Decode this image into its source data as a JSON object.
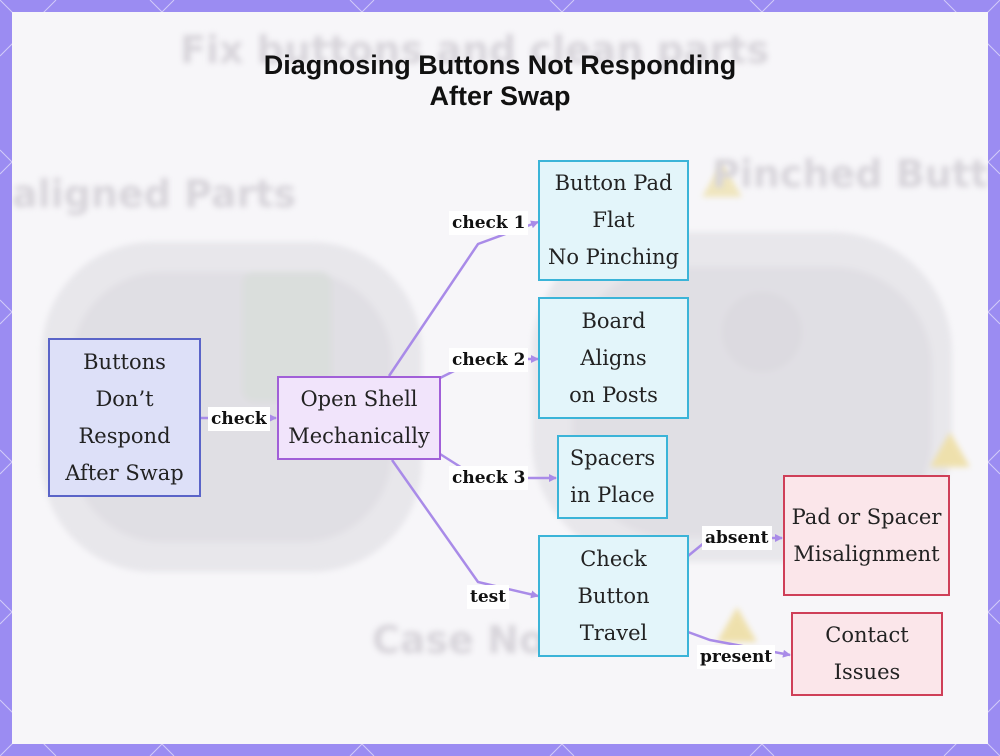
{
  "title_lines": [
    "Diagnosing Buttons Not Responding",
    "After Swap"
  ],
  "background_ghost_text": {
    "top": "Fix buttons and clean parts",
    "left": "aligned Parts",
    "right": "Pinched Button P",
    "bottom": "Case Not"
  },
  "colors": {
    "frame": "#9b8cf2",
    "edge": "#a98be8",
    "root_fill": "#dde0f8",
    "root_border": "#5a64c8",
    "step_fill": "#f1e4fb",
    "step_border": "#a15fd8",
    "check_fill": "#e3f5fa",
    "check_border": "#3bb4d8",
    "result_fill": "#fbe6ea",
    "result_border": "#cf3f58"
  },
  "nodes": {
    "root": {
      "lines": [
        "Buttons",
        "Don’t",
        "Respond",
        "After Swap"
      ]
    },
    "open_shell": {
      "lines": [
        "Open Shell",
        "Mechanically"
      ]
    },
    "button_pad": {
      "lines": [
        "Button Pad",
        "Flat",
        "No Pinching"
      ]
    },
    "board_aligns": {
      "lines": [
        "Board",
        "Aligns",
        "on Posts"
      ]
    },
    "spacers": {
      "lines": [
        "Spacers",
        "in Place"
      ]
    },
    "check_travel": {
      "lines": [
        "Check",
        "Button",
        "Travel"
      ]
    },
    "misalignment": {
      "lines": [
        "Pad or Spacer",
        "Misalignment"
      ]
    },
    "contact_issues": {
      "lines": [
        "Contact",
        "Issues"
      ]
    }
  },
  "edges": {
    "check": "check",
    "check1": "check 1",
    "check2": "check 2",
    "check3": "check 3",
    "test": "test",
    "absent": "absent",
    "present": "present"
  }
}
